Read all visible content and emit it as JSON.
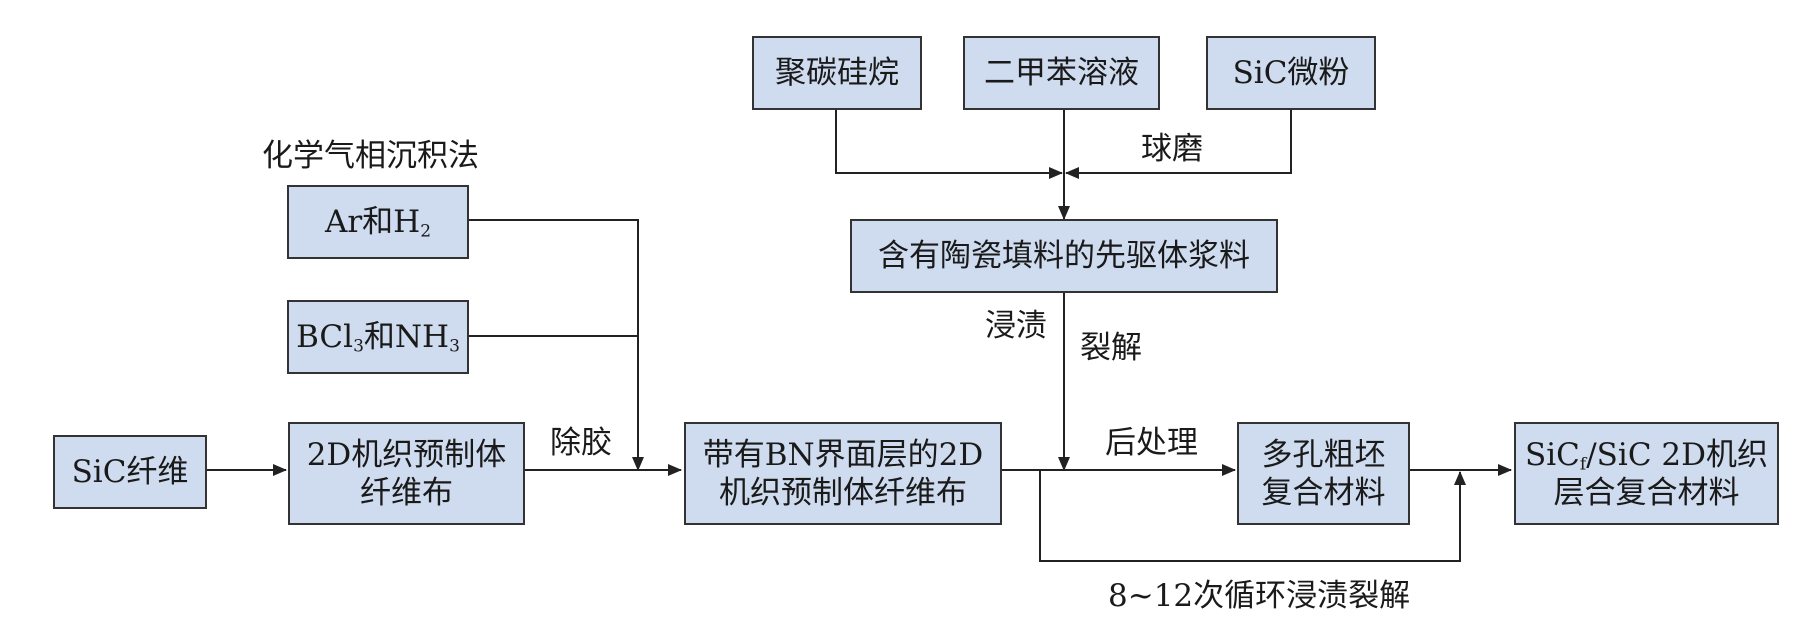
{
  "colors": {
    "box_fill": "#cfdcef",
    "box_border": "#333333",
    "line": "#222222",
    "text": "#1a1a1a"
  },
  "inputs": {
    "polycarbosilane": "聚碳硅烷",
    "xylene_solution": "二甲苯溶液",
    "sic_powder": "SiC微粉"
  },
  "cvd": {
    "title": "化学气相沉积法",
    "ar_h2": {
      "pre": "Ar和H",
      "sub": "2"
    },
    "bcl3_nh3": {
      "pre": "BCl",
      "sub1": "3",
      "mid": "和NH",
      "sub2": "3"
    }
  },
  "steps": {
    "sic_fiber": "SiC纤维",
    "preform": [
      "2D机织预制体",
      "纤维布"
    ],
    "bn_preform": [
      "带有BN界面层的2D",
      "机织预制体纤维布"
    ],
    "slurry": "含有陶瓷填料的先驱体浆料",
    "porous_blank": [
      "多孔粗坯",
      "复合材料"
    ],
    "final": {
      "line1_pre": "SiC",
      "line1_sub": "f",
      "line1_post": "/SiC 2D机织",
      "line2": "层合复合材料"
    }
  },
  "edge_labels": {
    "ball_mill": "球磨",
    "degum": "除胶",
    "impregnation": "浸渍",
    "pyrolysis": "裂解",
    "post_treatment": "后处理",
    "cycle": "8~12次循环浸渍裂解"
  }
}
